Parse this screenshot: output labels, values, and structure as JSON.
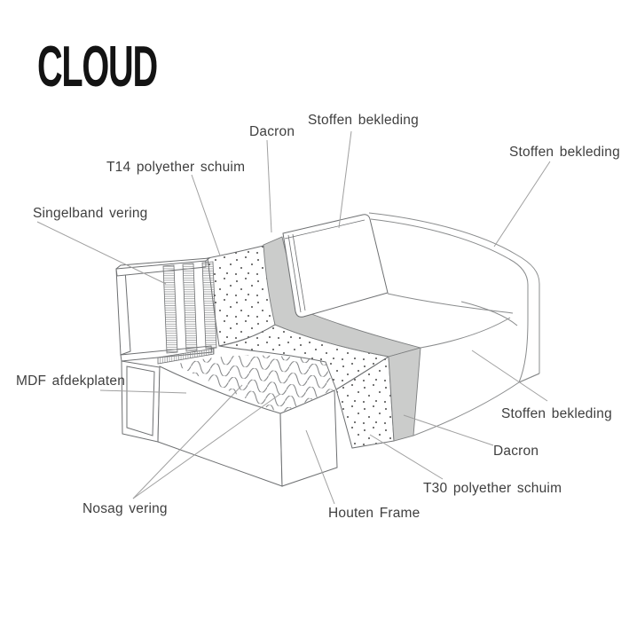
{
  "title": "CLOUD",
  "diagram_type": "sofa-cutaway-parts-diagram",
  "labels": [
    {
      "id": "stoffen-bekleding-top",
      "text": "Stoffen bekleding"
    },
    {
      "id": "dacron-top",
      "text": "Dacron"
    },
    {
      "id": "t14-polyether-schuim",
      "text": "T14 polyether schuim"
    },
    {
      "id": "singelband-vering",
      "text": "Singelband vering"
    },
    {
      "id": "stoffen-bekleding-right",
      "text": "Stoffen bekleding"
    },
    {
      "id": "mdf-afdekplaten",
      "text": "MDF afdekplaten"
    },
    {
      "id": "stoffen-bekleding-bottom-right",
      "text": "Stoffen bekleding"
    },
    {
      "id": "dacron-bottom",
      "text": "Dacron"
    },
    {
      "id": "t30-polyether-schuim",
      "text": "T30 polyether schuim"
    },
    {
      "id": "nosag-vering",
      "text": "Nosag vering"
    },
    {
      "id": "houten-frame",
      "text": "Houten Frame"
    }
  ],
  "colors": {
    "background": "#ffffff",
    "dacron_fill": "#cbcccb",
    "structure_line": "#6e7072",
    "leader_line": "#a0a0a0",
    "label_text": "#3f3f3f",
    "title_text": "#131313"
  }
}
